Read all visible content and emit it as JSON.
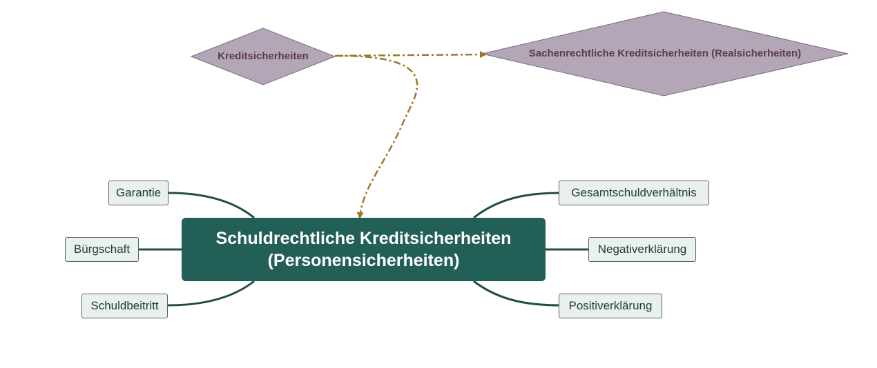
{
  "colors": {
    "diamond_fill": "#b3a6b6",
    "diamond_text": "#5a3c4c",
    "central_fill": "#225f57",
    "branch_line": "#1f4e45",
    "relation_line": "#9a7a24",
    "topic_fill": "#eaf0ed"
  },
  "top": {
    "left_diamond": "Kreditsicherheiten",
    "right_diamond": "Sachenrechtliche Kreditsicherheiten (Realsicherheiten)"
  },
  "central": {
    "line1": "Schuldrechtliche Kreditsicherheiten",
    "line2": "(Personensicherheiten)"
  },
  "left_topics": [
    "Garantie",
    "Bürgschaft",
    "Schuldbeitritt"
  ],
  "right_topics": [
    "Gesamtschuldverhältnis",
    "Negativerklärung",
    "Positiverklärung"
  ]
}
